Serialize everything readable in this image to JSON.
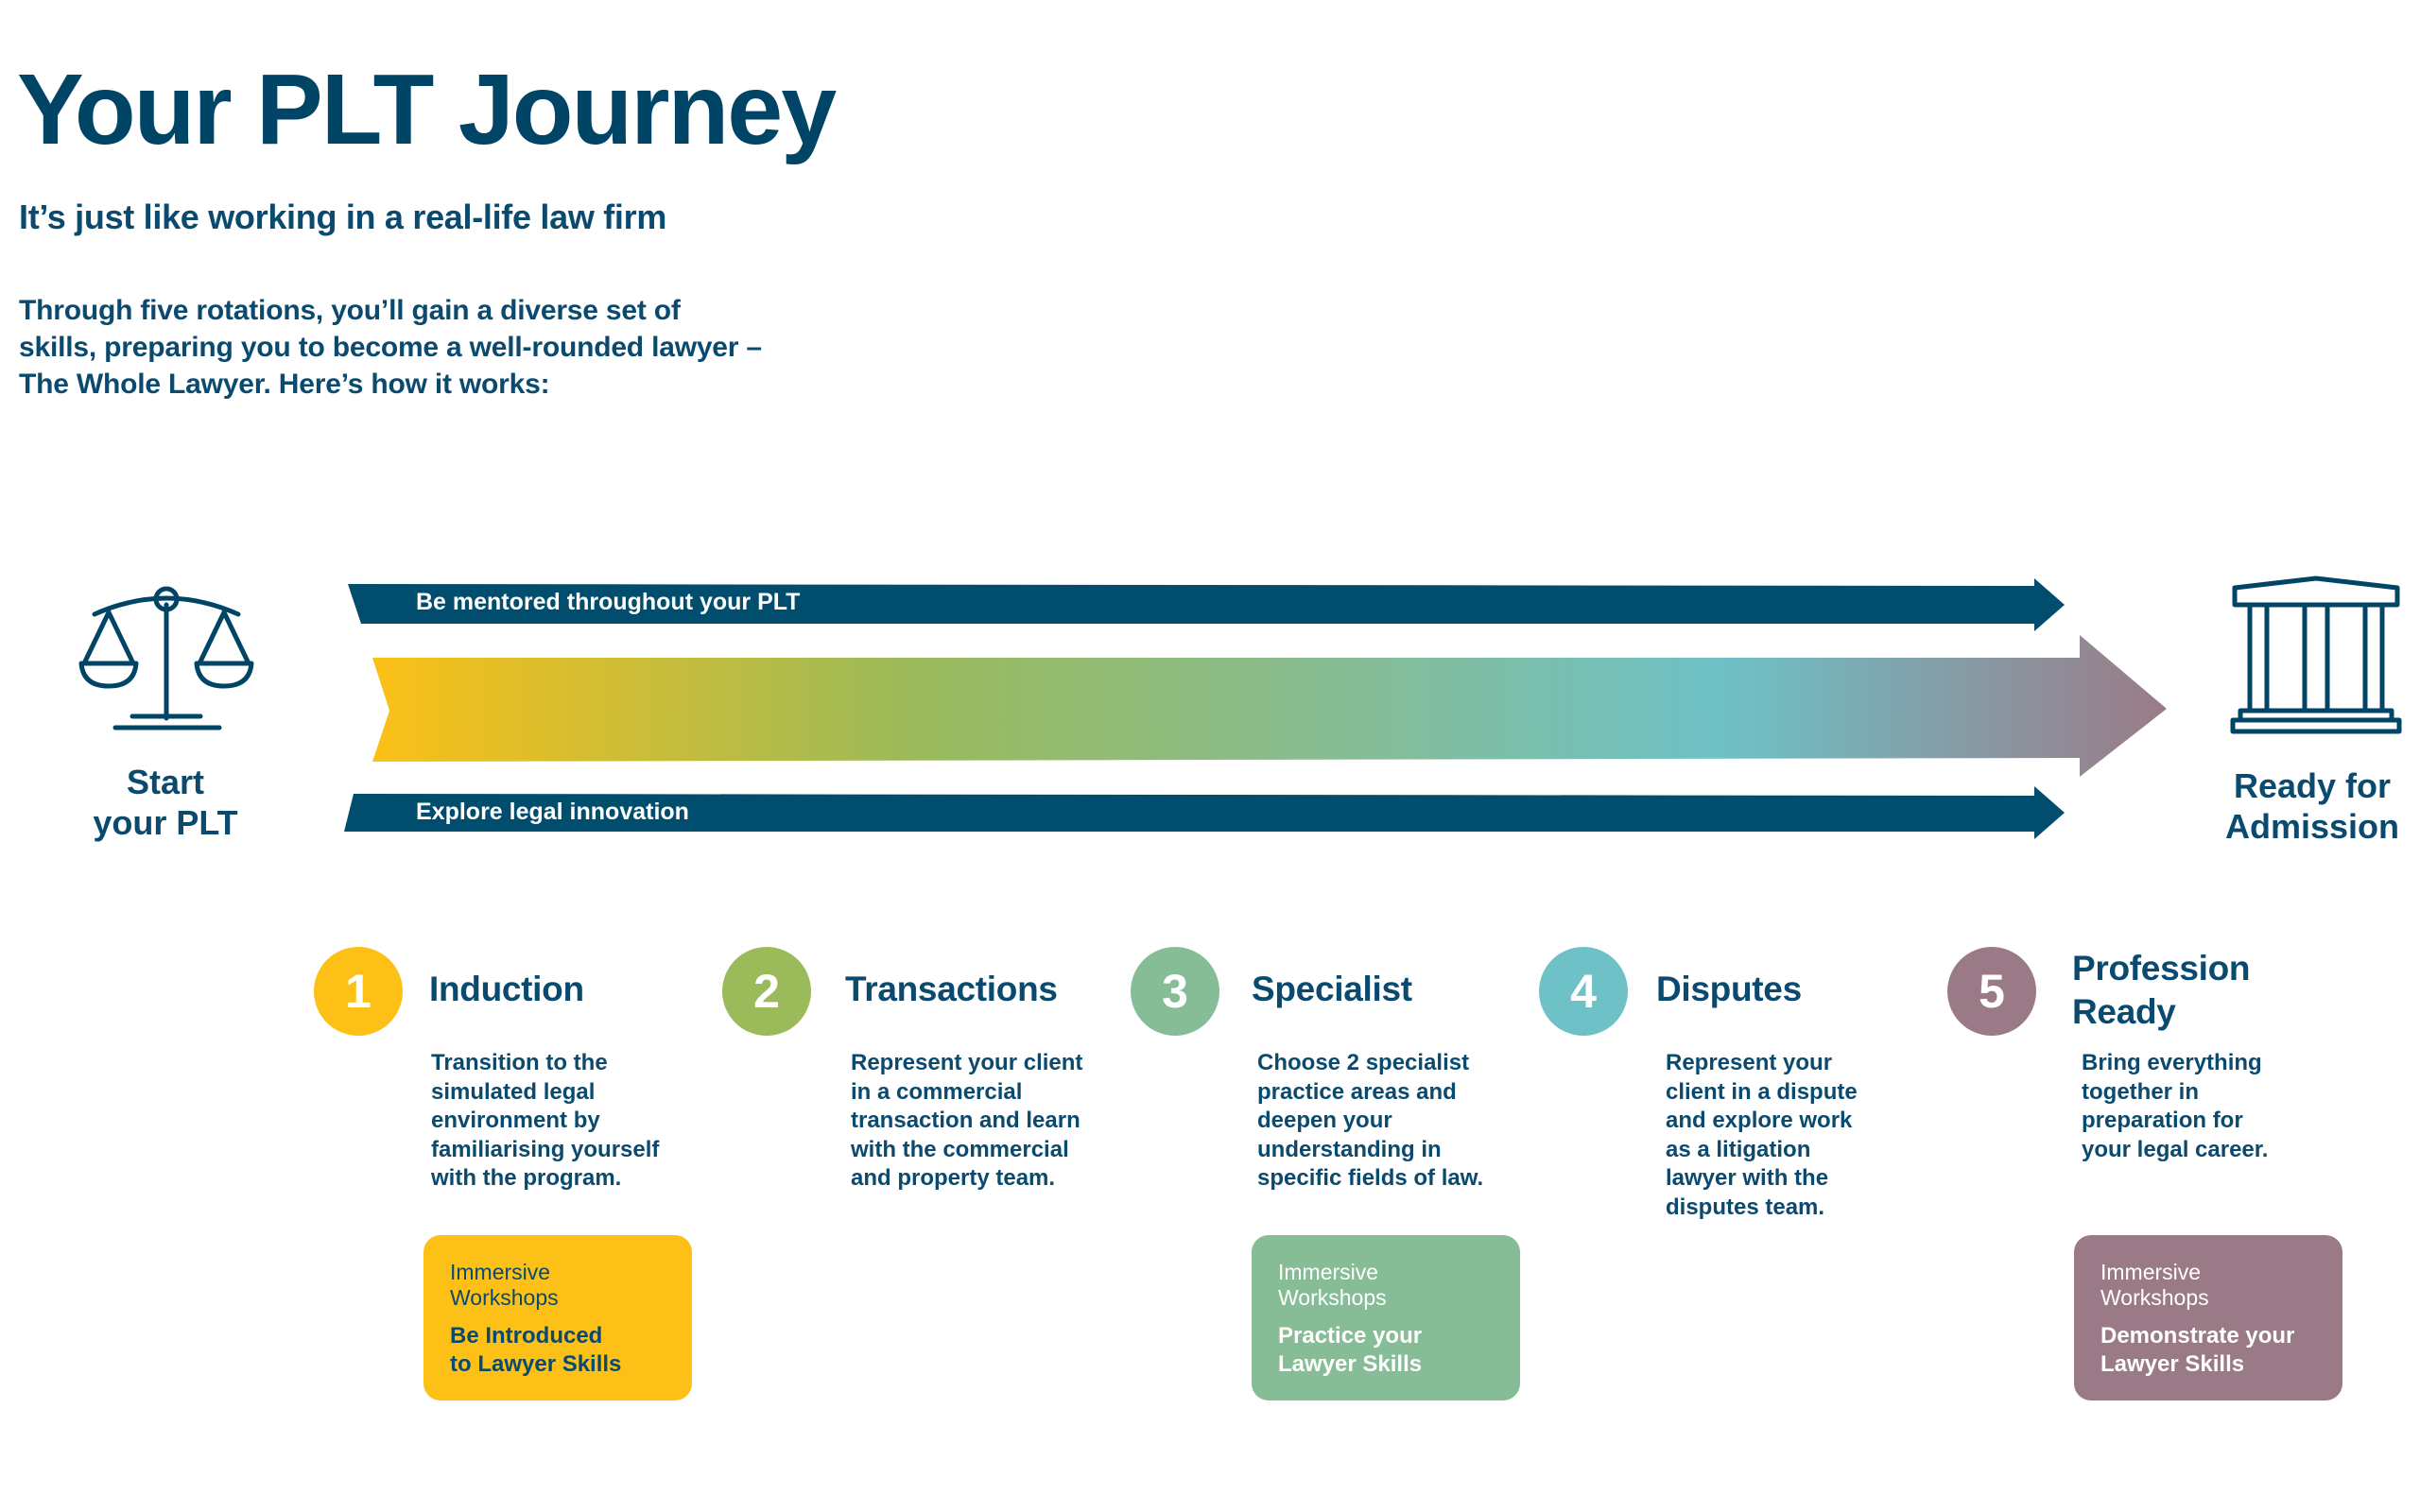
{
  "header": {
    "title": "Your PLT Journey",
    "subtitle": "It’s just like working in a real-life law firm",
    "intro": "Through five rotations, you’ll gain a diverse set of\nskills, preparing you to become a well-rounded lawyer –\nThe Whole Lawyer. Here’s how it works:"
  },
  "journey": {
    "start_label": "Start\nyour PLT",
    "start_icon": "scales-of-justice-icon",
    "end_label": "Ready for\nAdmission",
    "end_icon": "courthouse-icon",
    "top_band": "Be mentored throughout your PLT",
    "bottom_band": "Explore legal innovation",
    "band_color": "#004d6e",
    "gradient_colors": [
      "#fcc016",
      "#9bba5a",
      "#86bd97",
      "#6ec1c7",
      "#9b7a87"
    ]
  },
  "stages": [
    {
      "number": "1",
      "name": "Induction",
      "color": "#fcc016",
      "description": "Transition to the\nsimulated legal\nenvironment by\nfamiliarising yourself\nwith the program."
    },
    {
      "number": "2",
      "name": "Transactions",
      "color": "#9bba5a",
      "description": "Represent your client\nin a commercial\ntransaction and learn\nwith the commercial\nand property team."
    },
    {
      "number": "3",
      "name": "Specialist",
      "color": "#86bd97",
      "description": "Choose 2 specialist\npractice areas and\ndeepen your\nunderstanding in\nspecific fields of law."
    },
    {
      "number": "4",
      "name": "Disputes",
      "color": "#6ec1c7",
      "description": "Represent your\nclient in a dispute\nand explore work\nas a litigation\nlawyer with the\ndisputes team."
    },
    {
      "number": "5",
      "name": "Profession\nReady",
      "color": "#9b7a87",
      "description": "Bring everything\ntogether in\npreparation for\nyour legal career."
    }
  ],
  "workshops": [
    {
      "kind": "Immersive\nWorkshops",
      "title": "Be Introduced\nto Lawyer Skills",
      "color": "#fcc016",
      "text_color": "#0b4a6f"
    },
    {
      "kind": "Immersive\nWorkshops",
      "title": "Practice your\nLawyer Skills",
      "color": "#86bd97",
      "text_color": "#ffffff"
    },
    {
      "kind": "Immersive\nWorkshops",
      "title": "Demonstrate your\nLawyer Skills",
      "color": "#9b7a87",
      "text_color": "#ffffff"
    }
  ]
}
